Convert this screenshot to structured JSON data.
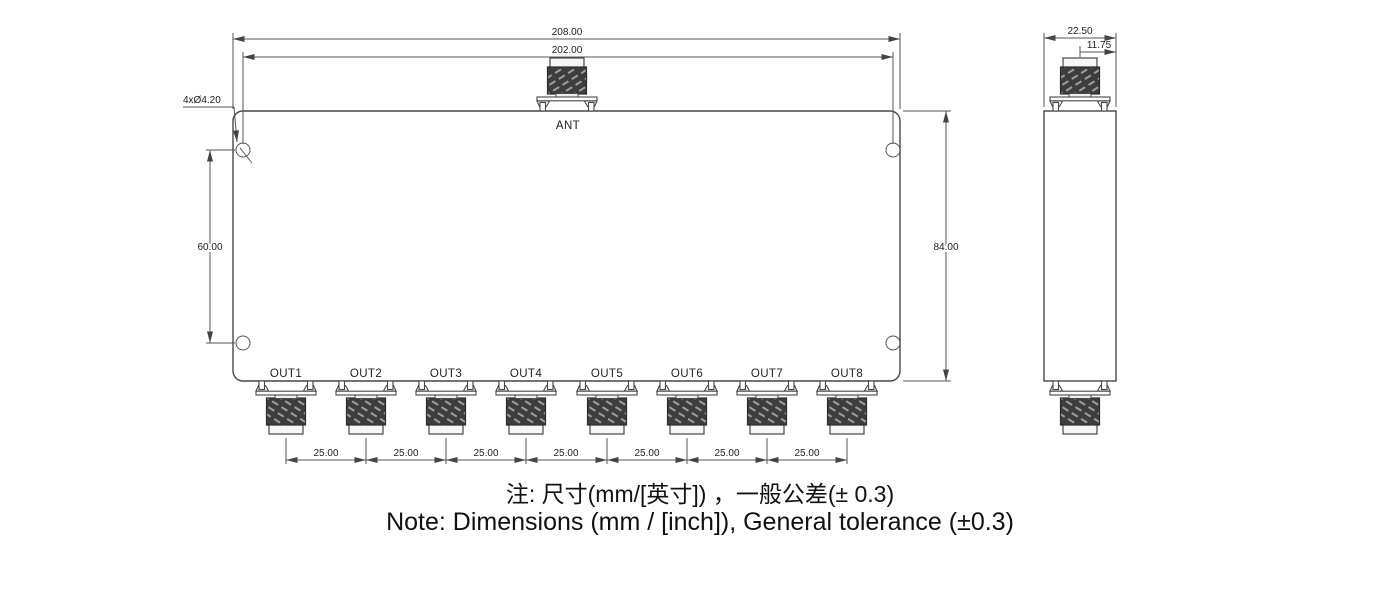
{
  "drawing": {
    "front_view": {
      "ant_label": "ANT",
      "output_labels": [
        "OUT1",
        "OUT2",
        "OUT3",
        "OUT4",
        "OUT5",
        "OUT6",
        "OUT7",
        "OUT8"
      ],
      "dim_total_width": "208.00",
      "dim_hole_span_horizontal": "202.00",
      "dim_height": "84.00",
      "dim_hole_span_vertical": "60.00",
      "dim_output_pitch": [
        "25.00",
        "25.00",
        "25.00",
        "25.00",
        "25.00",
        "25.00",
        "25.00"
      ],
      "hole_callout": "4xØ4.20"
    },
    "side_view": {
      "dim_depth": "22.50",
      "dim_connector_offset": "11.75"
    },
    "notes": {
      "zh": "注: 尺寸(mm/[英寸]) ，一般公差(± 0.3)",
      "en": "Note: Dimensions (mm / [inch]), General tolerance (±0.3)"
    },
    "colors": {
      "line": "#474747",
      "dim_line": "#555555",
      "text": "#222222",
      "knurl_dark": "#3d3d3d",
      "knurl_stripe": "#9e9e9e",
      "background": "#ffffff"
    }
  }
}
